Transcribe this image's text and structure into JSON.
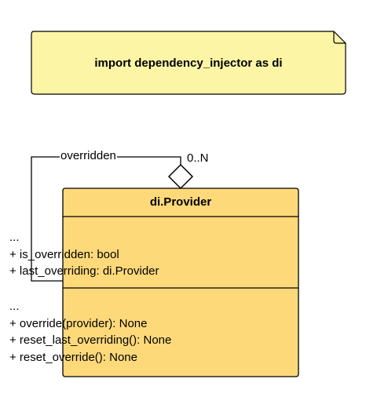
{
  "note": {
    "text": "import dependency_injector as di"
  },
  "class": {
    "name": "di.Provider",
    "attributes": [
      "...",
      "+ is_overridden: bool",
      "+ last_overriding: di.Provider"
    ],
    "operations": [
      "...",
      "+ override(provider): None",
      "+ reset_last_overriding(): None",
      "+ reset_override(): None"
    ]
  },
  "association": {
    "role_label": "overridden",
    "multiplicity": "0..N"
  },
  "colors": {
    "note_fill": "#fdf5a6",
    "class_fill": "#fdd97a",
    "stroke": "#000000"
  }
}
